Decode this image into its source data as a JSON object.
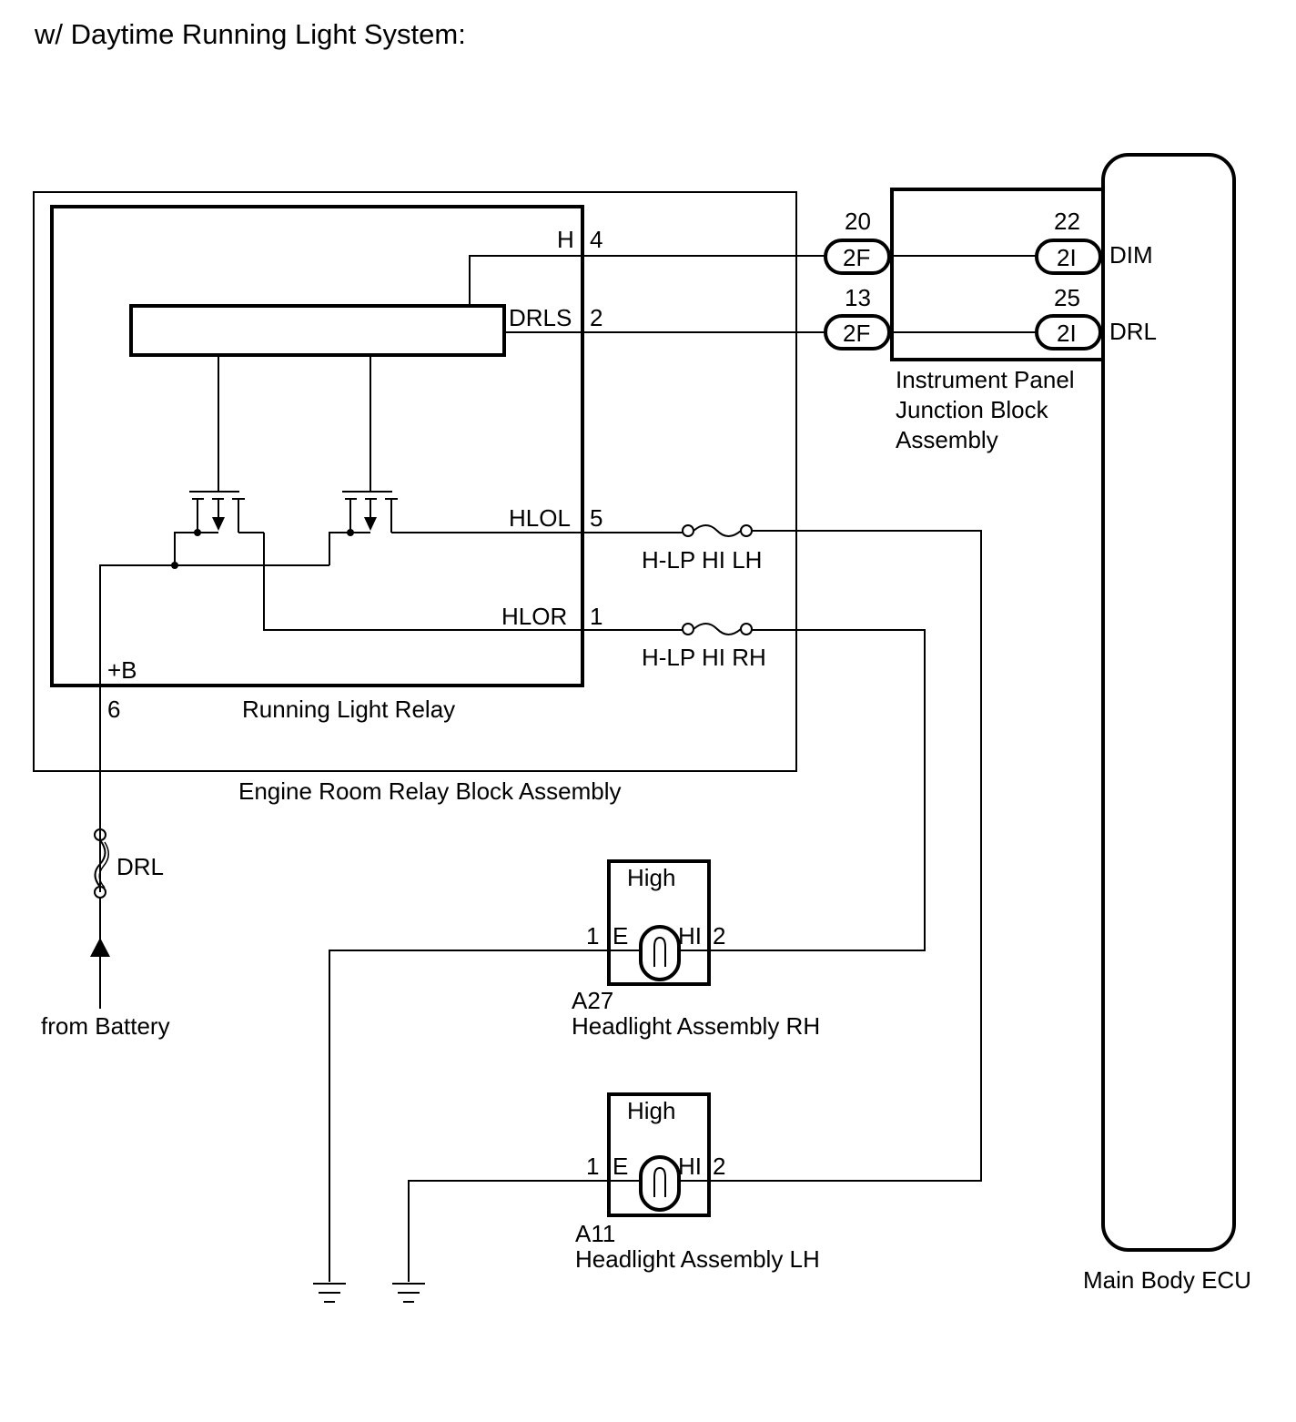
{
  "title": "w/ Daytime Running Light System:",
  "relay": {
    "name": "Running Light Relay",
    "pins": {
      "h_label": "H",
      "h_num": "4",
      "drls_label": "DRLS",
      "drls_num": "2",
      "hlol_label": "HLOL",
      "hlol_num": "5",
      "hlor_label": "HLOR",
      "hlor_num": "1",
      "b_label": "+B",
      "b_num": "6"
    }
  },
  "relay_block": {
    "name": "Engine Room Relay Block Assembly"
  },
  "junction_block": {
    "name_line1": "Instrument Panel",
    "name_line2": "Junction Block",
    "name_line3": "Assembly",
    "c1_pin_a": "20",
    "c1_conn_a": "2F",
    "c1_pin_b": "13",
    "c1_conn_b": "2F",
    "c2_pin_a": "22",
    "c2_conn_a": "2I",
    "c2_pin_b": "25",
    "c2_conn_b": "2I"
  },
  "ecu": {
    "name": "Main Body ECU",
    "dim_label": "DIM",
    "drl_label": "DRL"
  },
  "fuses": {
    "lh": "H-LP HI LH",
    "rh": "H-LP HI RH",
    "drl": "DRL"
  },
  "battery": {
    "label": "from Battery"
  },
  "headlight_rh": {
    "code": "A27",
    "name": "Headlight Assembly RH",
    "mode": "High",
    "pin_e_num": "1",
    "pin_e": "E",
    "pin_hi": "HI",
    "pin_hi_num": "2"
  },
  "headlight_lh": {
    "code": "A11",
    "name": "Headlight Assembly LH",
    "mode": "High",
    "pin_e_num": "1",
    "pin_e": "E",
    "pin_hi": "HI",
    "pin_hi_num": "2"
  }
}
